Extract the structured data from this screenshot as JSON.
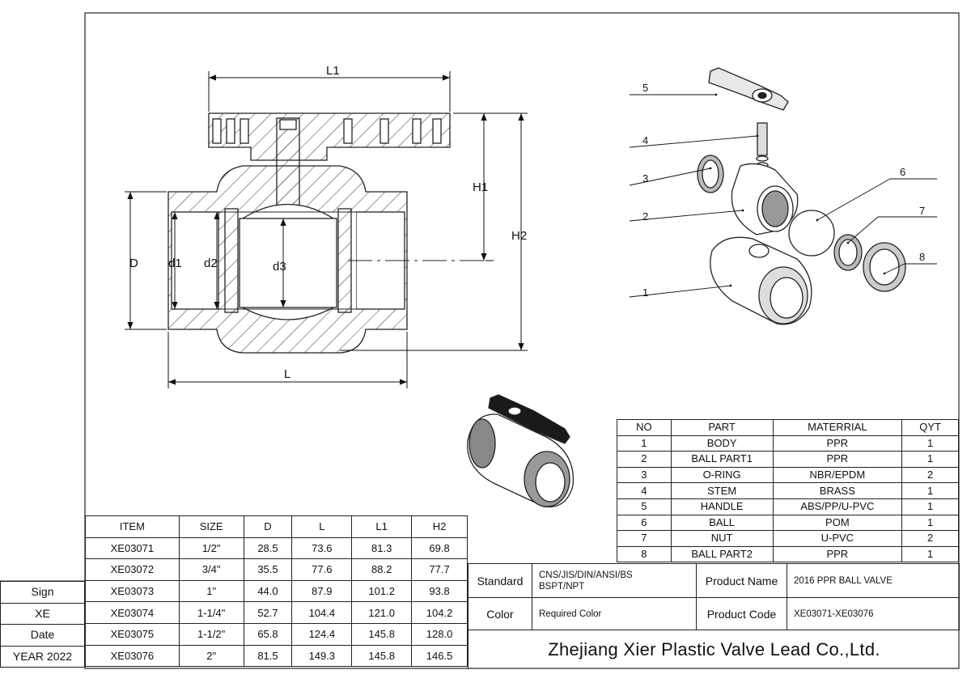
{
  "drawing": {
    "dimensions": {
      "L1": "L1",
      "H1": "H1",
      "H2": "H2",
      "D": "D",
      "d1": "d1",
      "d2": "d2",
      "d3": "d3",
      "L": "L"
    },
    "callouts": [
      "1",
      "2",
      "3",
      "4",
      "5",
      "6",
      "7",
      "8"
    ]
  },
  "parts_table": {
    "headers": [
      "NO",
      "PART",
      "MATERRIAL",
      "QYT"
    ],
    "rows": [
      [
        "1",
        "BODY",
        "PPR",
        "1"
      ],
      [
        "2",
        "BALL PART1",
        "PPR",
        "1"
      ],
      [
        "3",
        "O-RING",
        "NBR/EPDM",
        "2"
      ],
      [
        "4",
        "STEM",
        "BRASS",
        "1"
      ],
      [
        "5",
        "HANDLE",
        "ABS/PP/U-PVC",
        "1"
      ],
      [
        "6",
        "BALL",
        "POM",
        "1"
      ],
      [
        "7",
        "NUT",
        "U-PVC",
        "2"
      ],
      [
        "8",
        "BALL PART2",
        "PPR",
        "1"
      ]
    ]
  },
  "item_table": {
    "headers": [
      "ITEM",
      "SIZE",
      "D",
      "L",
      "L1",
      "H2"
    ],
    "rows": [
      [
        "XE03071",
        "1/2\"",
        "28.5",
        "73.6",
        "81.3",
        "69.8"
      ],
      [
        "XE03072",
        "3/4\"",
        "35.5",
        "77.6",
        "88.2",
        "77.7"
      ],
      [
        "XE03073",
        "1\"",
        "44.0",
        "87.9",
        "101.2",
        "93.8"
      ],
      [
        "XE03074",
        "1-1/4\"",
        "52.7",
        "104.4",
        "121.0",
        "104.2"
      ],
      [
        "XE03075",
        "1-1/2\"",
        "65.8",
        "124.4",
        "145.8",
        "128.0"
      ],
      [
        "XE03076",
        "2\"",
        "81.5",
        "149.3",
        "145.8",
        "146.5"
      ]
    ]
  },
  "sign_block": {
    "sign_label": "Sign",
    "sign_value": "XE",
    "date_label": "Date",
    "date_value": "YEAR 2022"
  },
  "title_block": {
    "standard_label": "Standard",
    "standard_value_line1": "CNS/JIS/DIN/ANSI/BS",
    "standard_value_line2": "BSPT/NPT",
    "product_name_label": "Product Name",
    "product_name_value": "2016 PPR BALL VALVE",
    "color_label": "Color",
    "color_value": "Required Color",
    "product_code_label": "Product Code",
    "product_code_value": "XE03071-XE03076",
    "company": "Zhejiang Xier Plastic Valve Lead Co.,Ltd."
  },
  "colors": {
    "line": "#222222",
    "handle": "#1a1a1a",
    "background": "#ffffff"
  }
}
